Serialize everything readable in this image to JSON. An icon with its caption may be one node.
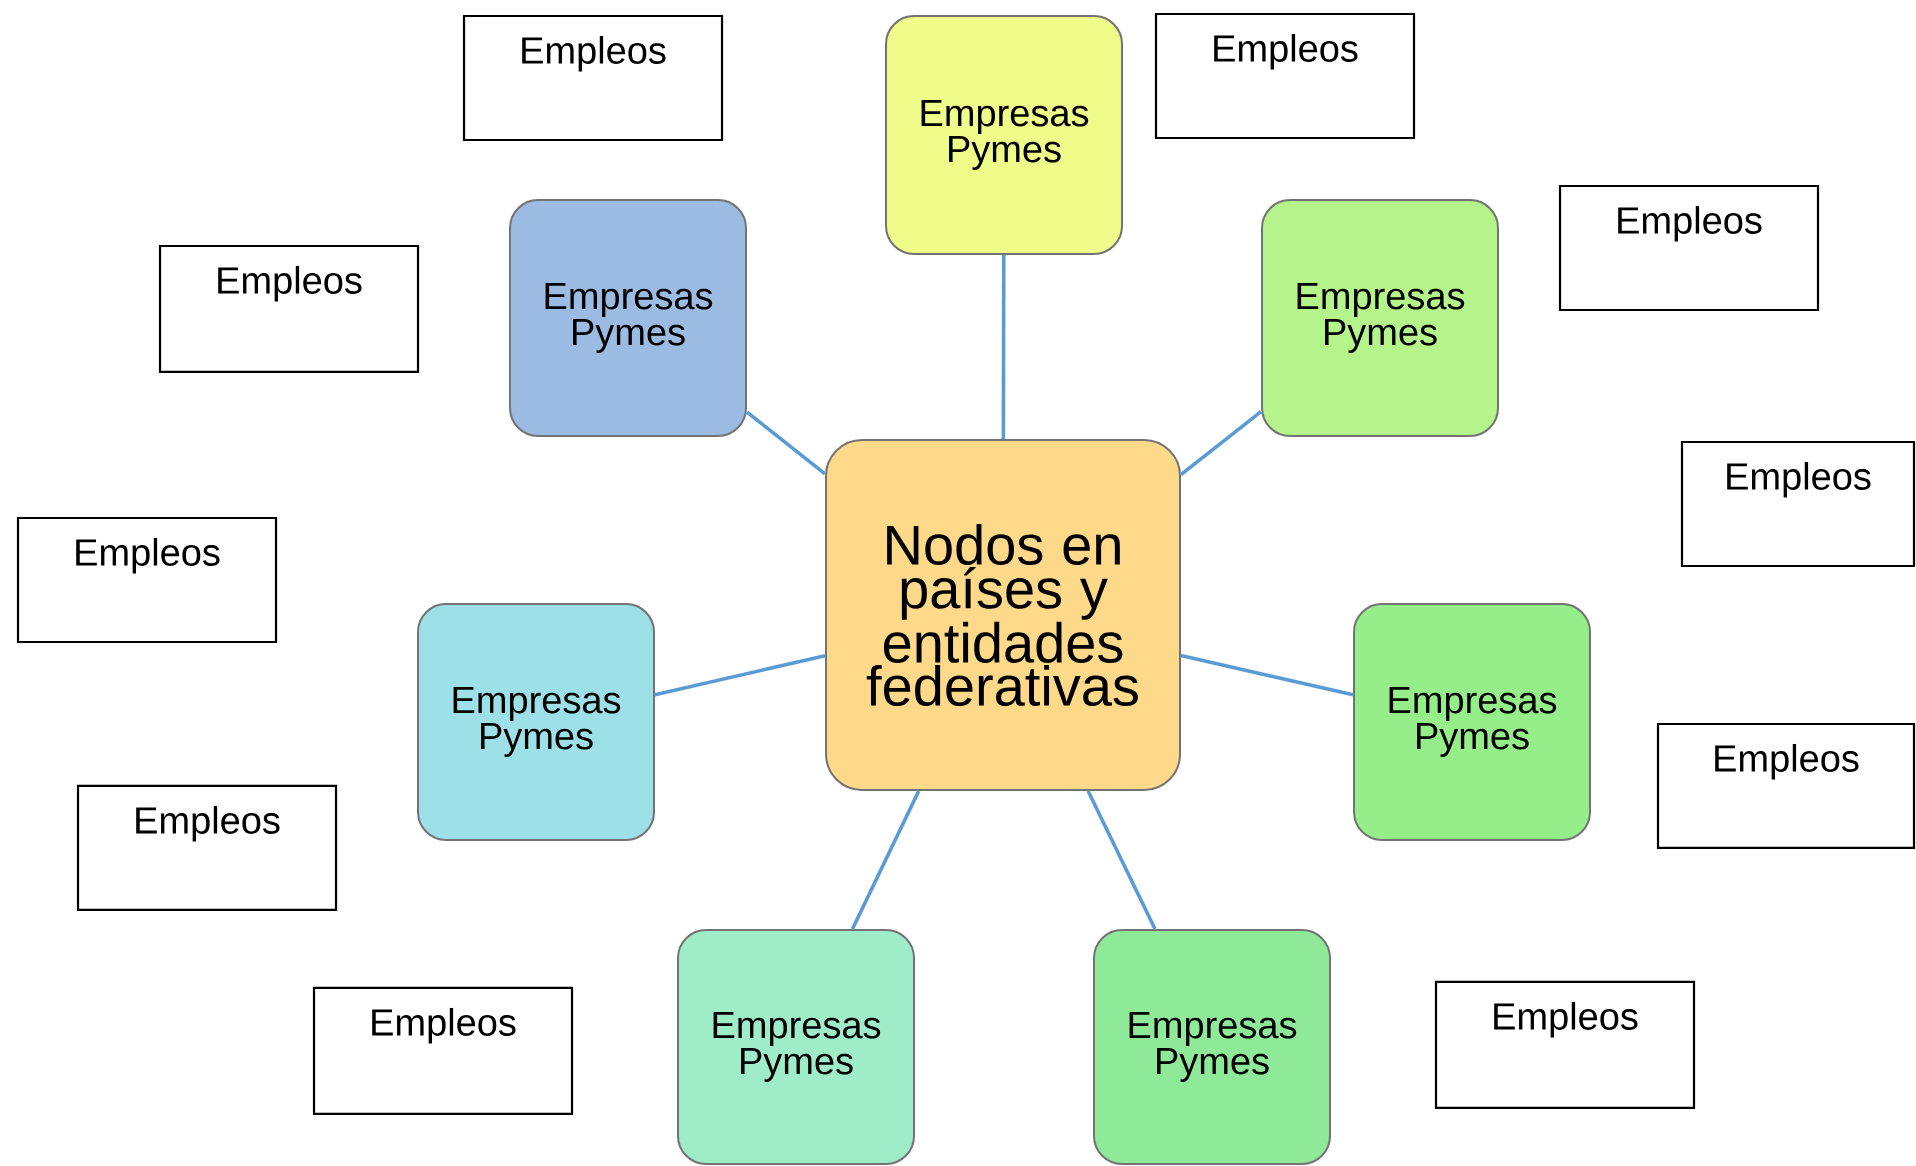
{
  "diagram": {
    "nodes": [
      {
        "text": [
          "Nodos en países y entidades federativas"
        ]
      },
      {
        "text": [
          "Empresas Pymes"
        ]
      },
      {
        "text": [
          "Empresas Pymes"
        ]
      },
      {
        "text": [
          "Empresas Pymes"
        ]
      },
      {
        "text": [
          "Empresas Pymes"
        ]
      },
      {
        "text": [
          "Empresas Pymes"
        ]
      },
      {
        "text": [
          "Empresas Pymes"
        ]
      },
      {
        "text": [
          "Empresas Pymes"
        ]
      },
      {
        "text": [
          "Empleos"
        ]
      },
      {
        "text": [
          "Empleos"
        ]
      },
      {
        "text": [
          "Empleos"
        ]
      },
      {
        "text": [
          "Empleos"
        ]
      },
      {
        "text": [
          "Empleos"
        ]
      },
      {
        "text": [
          "Empleos"
        ]
      },
      {
        "text": [
          "Empleos"
        ]
      },
      {
        "text": [
          "Empleos"
        ]
      },
      {
        "text": [
          "Empleos"
        ]
      },
      {
        "text": [
          "Empleos"
        ]
      }
    ],
    "edges": [
      {
        "from": 0,
        "to": 1,
        "arrow": "none"
      },
      {
        "from": 0,
        "to": 2,
        "arrow": "none"
      },
      {
        "from": 0,
        "to": 3,
        "arrow": "none"
      },
      {
        "from": 0,
        "to": 4,
        "arrow": "none"
      },
      {
        "from": 0,
        "to": 5,
        "arrow": "none"
      },
      {
        "from": 0,
        "to": 6,
        "arrow": "none"
      },
      {
        "from": 0,
        "to": 7,
        "arrow": "none"
      }
    ]
  }
}
